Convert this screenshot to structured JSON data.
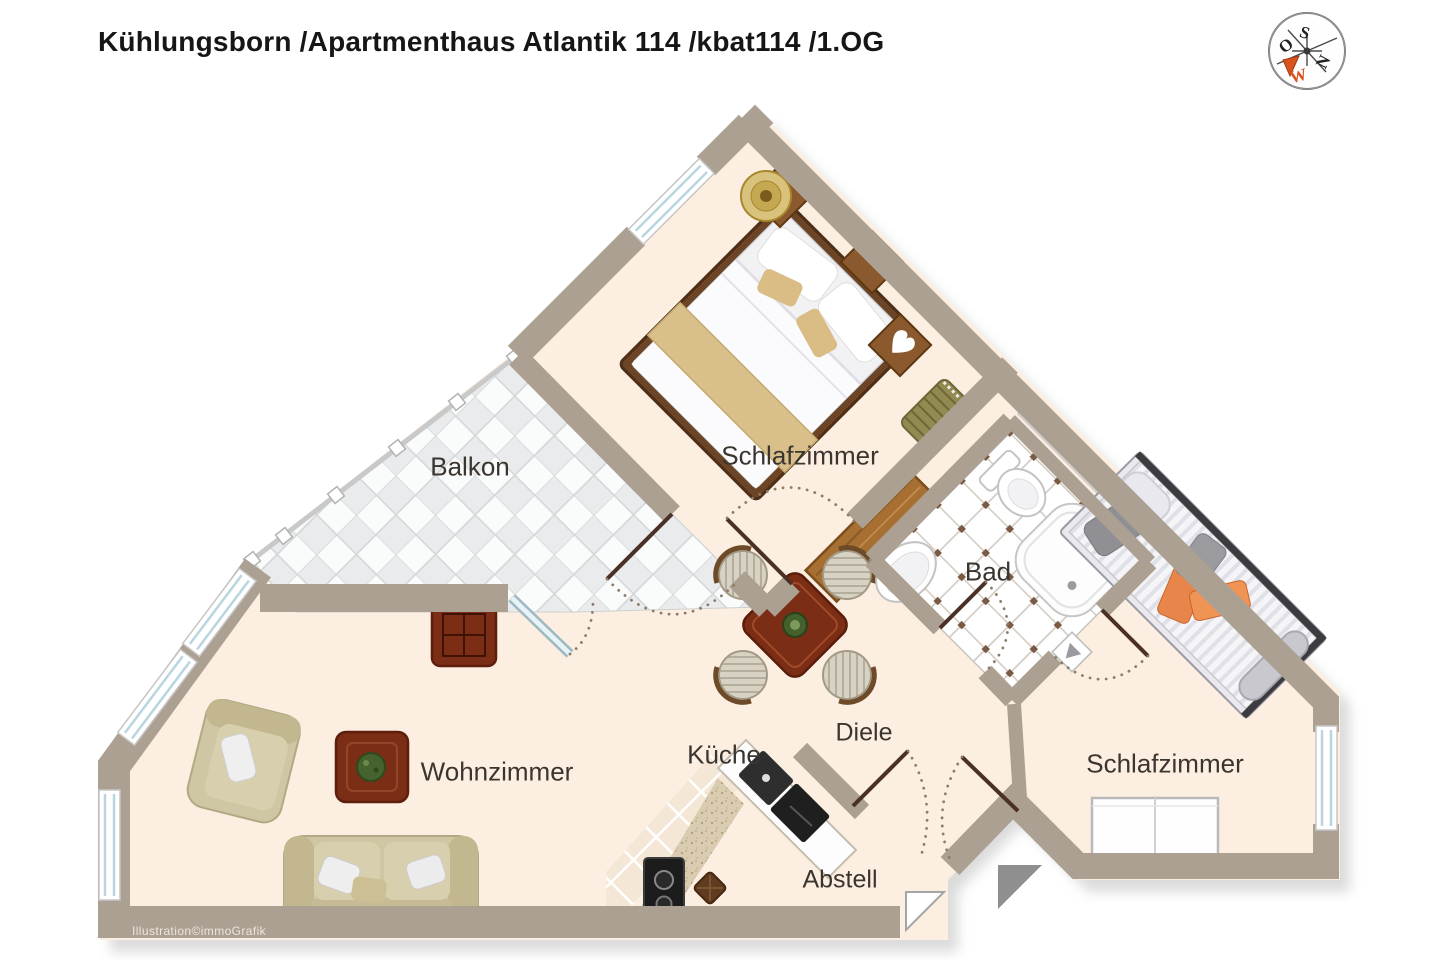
{
  "title": "Kühlungsborn /Apartmenthaus Atlantik 114 /kbat114 /1.OG",
  "credit": "Illustration©immoGrafik",
  "compass": {
    "north": "N",
    "east": "O",
    "south": "S",
    "west": "W"
  },
  "rooms": [
    {
      "id": "balkon",
      "label": "Balkon"
    },
    {
      "id": "schlafzimmer-1",
      "label": "Schlafzimmer"
    },
    {
      "id": "bad",
      "label": "Bad"
    },
    {
      "id": "schlafzimmer-2",
      "label": "Schlafzimmer"
    },
    {
      "id": "wohnzimmer",
      "label": "Wohnzimmer"
    },
    {
      "id": "kueche",
      "label": "Küche"
    },
    {
      "id": "diele",
      "label": "Diele"
    },
    {
      "id": "abstell",
      "label": "Abstell"
    }
  ],
  "colors": {
    "wall": "#aca092",
    "floor": "#fcefe2",
    "accent_orange": "#e8854a",
    "door_wood": "#4a3025",
    "compass_west": "#d9531e"
  }
}
